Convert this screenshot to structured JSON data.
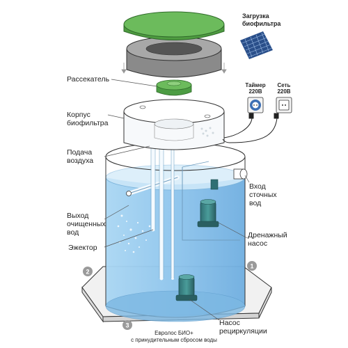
{
  "labels": {
    "biofilter_load": "Загрузка\nбиофильтра",
    "timer": "Таймер\n220В",
    "network": "Сеть\n220В",
    "distributor": "Рассекатель",
    "biofilter_body": "Корпус\nбиофильтра",
    "air_supply": "Подача\nвоздуха",
    "inlet": "Вход\nсточных\nвод",
    "outlet": "Выход\nочищенных\nвод",
    "drain_pump": "Дренажный\nнасос",
    "ejector": "Эжектор",
    "recirc_pump": "Насос\nрециркуляции",
    "caption": "Евролос БИО+\nс принудительным сбросом воды",
    "num1": "1",
    "num2": "2",
    "num3": "3"
  },
  "colors": {
    "lid_green": "#5fb04f",
    "water_blue": "#8fc6ec",
    "pump_teal": "#3e8a8c"
  }
}
